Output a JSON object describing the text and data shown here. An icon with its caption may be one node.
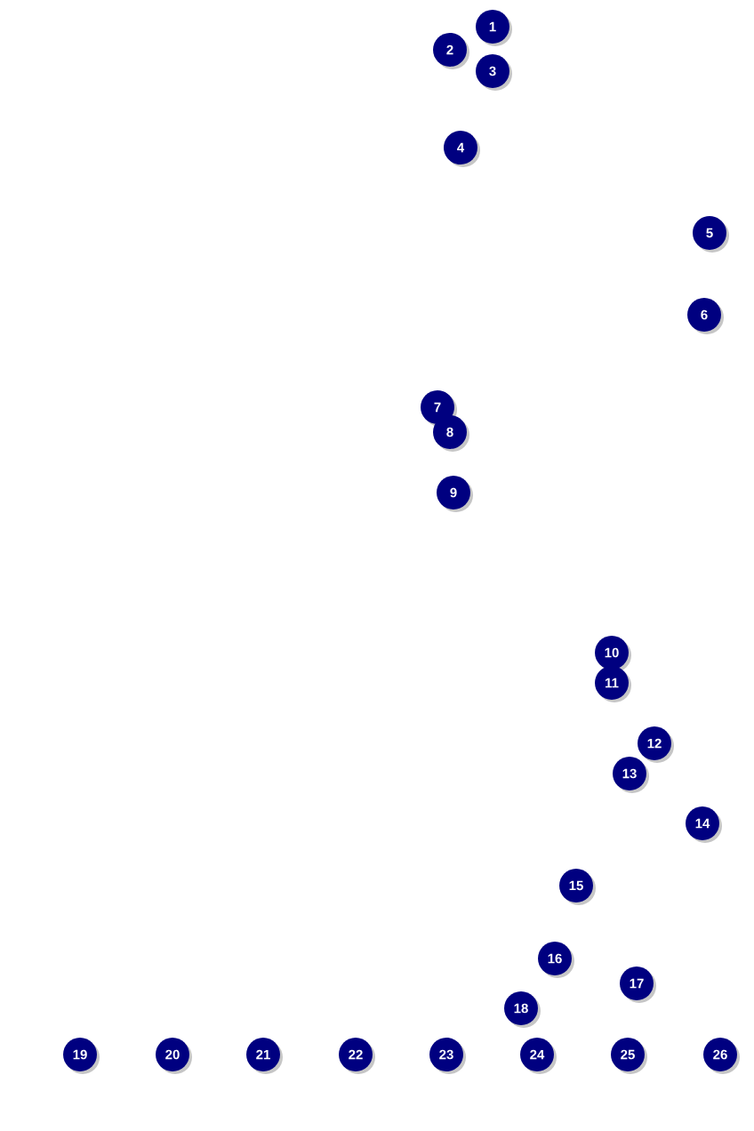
{
  "diagram": {
    "nodes": [
      {
        "text": [
          "1"
        ]
      },
      {
        "text": [
          "2"
        ]
      },
      {
        "text": [
          "3"
        ]
      },
      {
        "text": [
          "4"
        ]
      },
      {
        "text": [
          "5"
        ]
      },
      {
        "text": [
          "6"
        ]
      },
      {
        "text": [
          "7"
        ]
      },
      {
        "text": [
          "8"
        ]
      },
      {
        "text": [
          "9"
        ]
      },
      {
        "text": [
          "10"
        ]
      },
      {
        "text": [
          "11"
        ]
      },
      {
        "text": [
          "12"
        ]
      },
      {
        "text": [
          "13"
        ]
      },
      {
        "text": [
          "14"
        ]
      },
      {
        "text": [
          "15"
        ]
      },
      {
        "text": [
          "16"
        ]
      },
      {
        "text": [
          "17"
        ]
      },
      {
        "text": [
          "18"
        ]
      },
      {
        "text": [
          "19"
        ]
      },
      {
        "text": [
          "20"
        ]
      },
      {
        "text": [
          "21"
        ]
      },
      {
        "text": [
          "22"
        ]
      },
      {
        "text": [
          "23"
        ]
      },
      {
        "text": [
          "24"
        ]
      },
      {
        "text": [
          "25"
        ]
      },
      {
        "text": [
          "26"
        ]
      }
    ]
  }
}
